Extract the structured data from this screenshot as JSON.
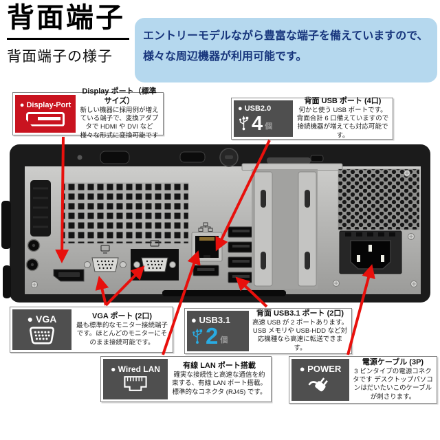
{
  "header": {
    "title": "背面端子",
    "subtitle": "背面端子の様子",
    "info_line1": "エントリーモデルながら豊富な端子を備えていますので、",
    "info_line2": "様々な周辺機器が利用可能です。"
  },
  "callouts": {
    "displayport": {
      "badge": "● Display-Port",
      "title": "Display ポート（標準サイズ）",
      "body": "新しい機器に採用例が増えている端子で、変換アダプタで HDMI や DVI など様々な形式に変換可能です"
    },
    "usb20": {
      "badge": "● USB2.0",
      "count": "4",
      "count_unit": "個",
      "title": "背面 USB ポート (4口)",
      "body": "何かと使う USB ポートです。背面合計 6 口備えていますので接続機器が増えても対応可能です。"
    },
    "vga": {
      "badge": "● VGA",
      "title": "VGA ポート (2口)",
      "body": "最も標準的なモニター接続端子です。ほとんどのモニターにそのまま接続可能です。"
    },
    "usb31": {
      "badge": "● USB3.1",
      "count": "2",
      "count_unit": "個",
      "title": "背面 USB3.1 ポート (2口)",
      "body": "高速 USB が 2 ポートあります。USB メモリや USB-HDD など対応機種なら高速に転送できます。"
    },
    "lan": {
      "badge": "● Wired LAN",
      "title": "有線 LAN ポート搭載",
      "body": "確実な接続性と高速な通信を約束する、有線 LAN ポート搭載。標準的なコネクタ (RJ45) です。"
    },
    "power": {
      "badge": "● POWER",
      "title": "電源ケーブル (3P)",
      "body": "3 ピンタイプの電源コネクタです デスクトップパソコンはだいたいこのケーブルが刺さります。"
    }
  },
  "colors": {
    "accent_red": "#c9131f",
    "arrow_red": "#e8100c",
    "badge_gray": "#4f4f4f",
    "usb31_blue": "#29abe2",
    "info_bg": "#b5d8ee",
    "info_text": "#17357c"
  }
}
